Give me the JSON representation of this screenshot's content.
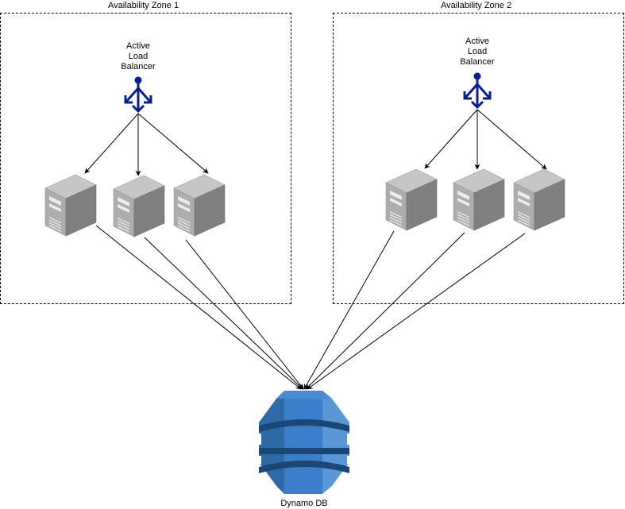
{
  "diagram": {
    "zones": [
      {
        "title": "Availability Zone 1",
        "load_balancer": {
          "label": "Active\nLoad\nBalancer",
          "icon": "load-balancer-icon"
        },
        "servers": [
          {
            "name": "server-1",
            "icon": "server-icon"
          },
          {
            "name": "server-2",
            "icon": "server-icon"
          },
          {
            "name": "server-3",
            "icon": "server-icon"
          }
        ]
      },
      {
        "title": "Availability Zone 2",
        "load_balancer": {
          "label": "Active\nLoad\nBalancer",
          "icon": "load-balancer-icon"
        },
        "servers": [
          {
            "name": "server-4",
            "icon": "server-icon"
          },
          {
            "name": "server-5",
            "icon": "server-icon"
          },
          {
            "name": "server-6",
            "icon": "server-icon"
          }
        ]
      }
    ],
    "database": {
      "label": "Dynamo DB",
      "icon": "dynamodb-icon"
    },
    "connections": [
      {
        "from": "zone-1-load-balancer",
        "to": "server-1"
      },
      {
        "from": "zone-1-load-balancer",
        "to": "server-2"
      },
      {
        "from": "zone-1-load-balancer",
        "to": "server-3"
      },
      {
        "from": "zone-2-load-balancer",
        "to": "server-4"
      },
      {
        "from": "zone-2-load-balancer",
        "to": "server-5"
      },
      {
        "from": "zone-2-load-balancer",
        "to": "server-6"
      },
      {
        "from": "server-1",
        "to": "dynamo-db"
      },
      {
        "from": "server-2",
        "to": "dynamo-db"
      },
      {
        "from": "server-3",
        "to": "dynamo-db"
      },
      {
        "from": "server-4",
        "to": "dynamo-db"
      },
      {
        "from": "server-5",
        "to": "dynamo-db"
      },
      {
        "from": "server-6",
        "to": "dynamo-db"
      }
    ],
    "colors": {
      "load_balancer": "#0a1f8f",
      "server_front": "#a9a9a9",
      "server_side": "#7f7f7f",
      "server_top": "#c4c4c4",
      "db_left": "#2d6aa8",
      "db_center": "#3b7fca",
      "db_right": "#5b97d6",
      "db_band": "#1b4675"
    }
  }
}
